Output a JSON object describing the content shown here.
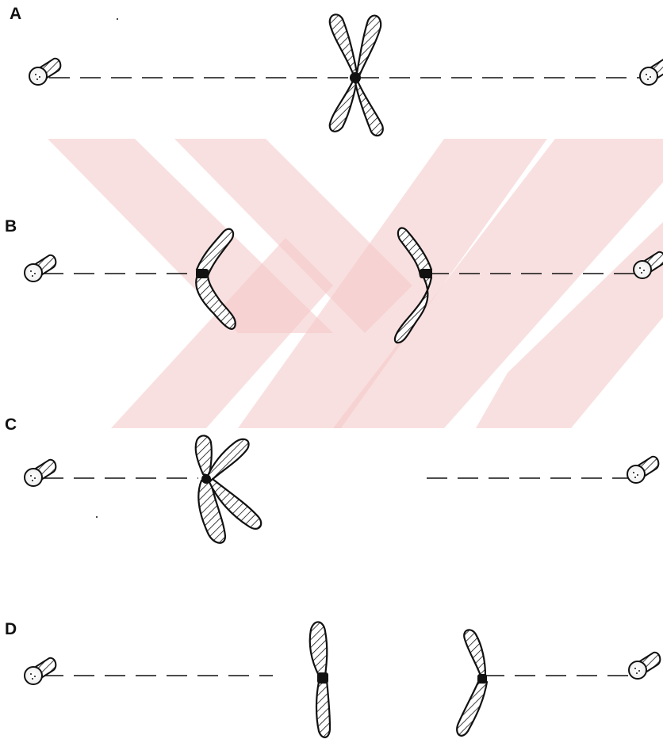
{
  "panels": [
    {
      "label": "A"
    },
    {
      "label": "B"
    },
    {
      "label": "C"
    },
    {
      "label": "D"
    }
  ],
  "colors": {
    "ink": "#111111",
    "background": "#ffffff",
    "watermark": "#f4c7c7"
  },
  "icons": {
    "centriole": "centriole-icon",
    "chromosome": "chromosome-icon",
    "centromere": "centromere-icon"
  }
}
